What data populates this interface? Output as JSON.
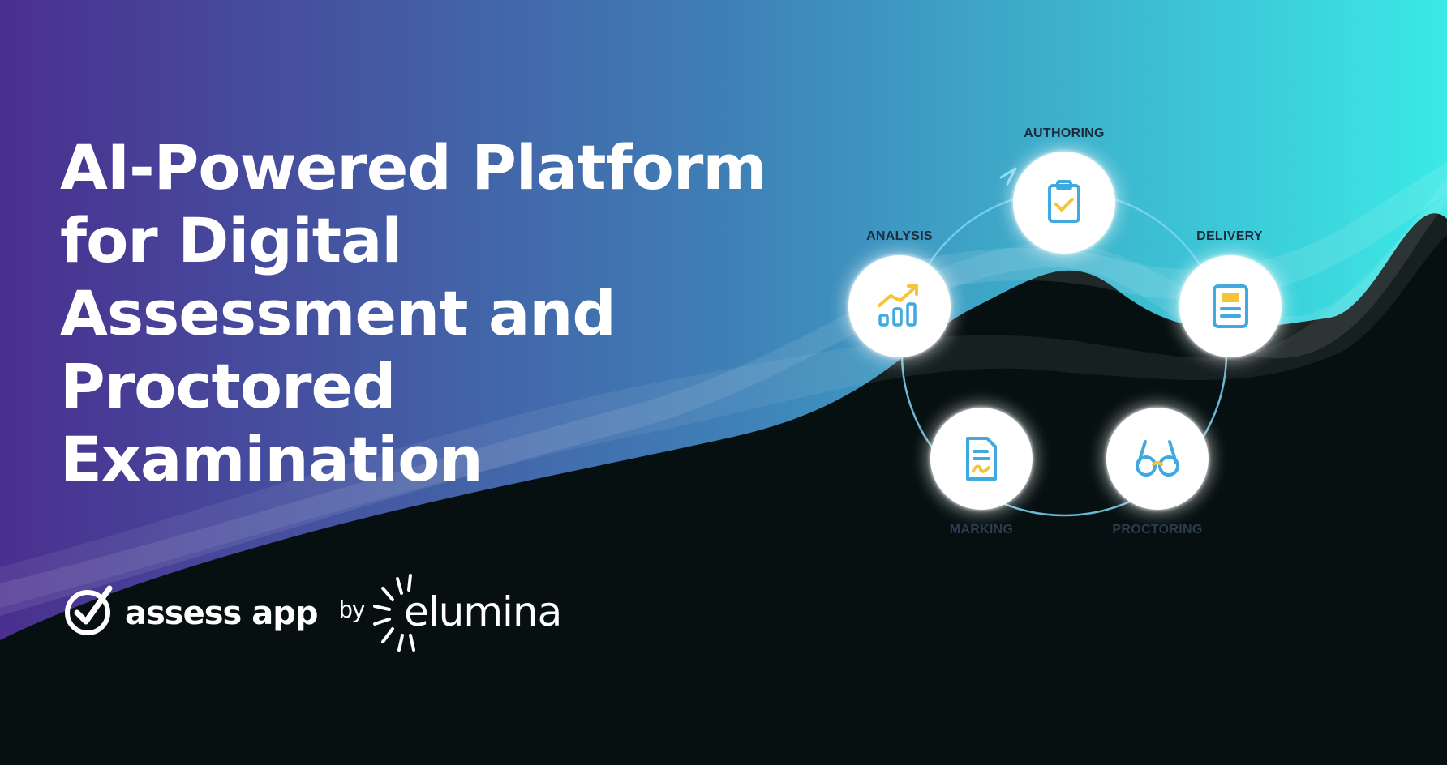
{
  "headline": {
    "lines": [
      "AI-Powered Platform",
      "for Digital",
      "Assessment and",
      "Proctored",
      "Examination"
    ]
  },
  "brand": {
    "product": "assess app",
    "by": "by",
    "company": "elumina"
  },
  "cycle": {
    "stages": {
      "authoring": "AUTHORING",
      "delivery": "DELIVERY",
      "proctoring": "PROCTORING",
      "marking": "MARKING",
      "analysis": "ANALYSIS"
    }
  },
  "icons": {
    "authoring": "clipboard-check-icon",
    "delivery": "document-layout-icon",
    "proctoring": "glasses-icon",
    "marking": "signed-document-icon",
    "analysis": "bar-chart-trend-icon"
  },
  "colors": {
    "gradient_start": "#4a2f8f",
    "gradient_mid": "#3f7fb6",
    "gradient_end": "#3be9e6",
    "dark_base": "#061011",
    "icon_blue": "#3fa9e0",
    "icon_yellow": "#f5c43a",
    "label_dark": "#1c2b3c",
    "label_muted": "#2c3b4d"
  }
}
